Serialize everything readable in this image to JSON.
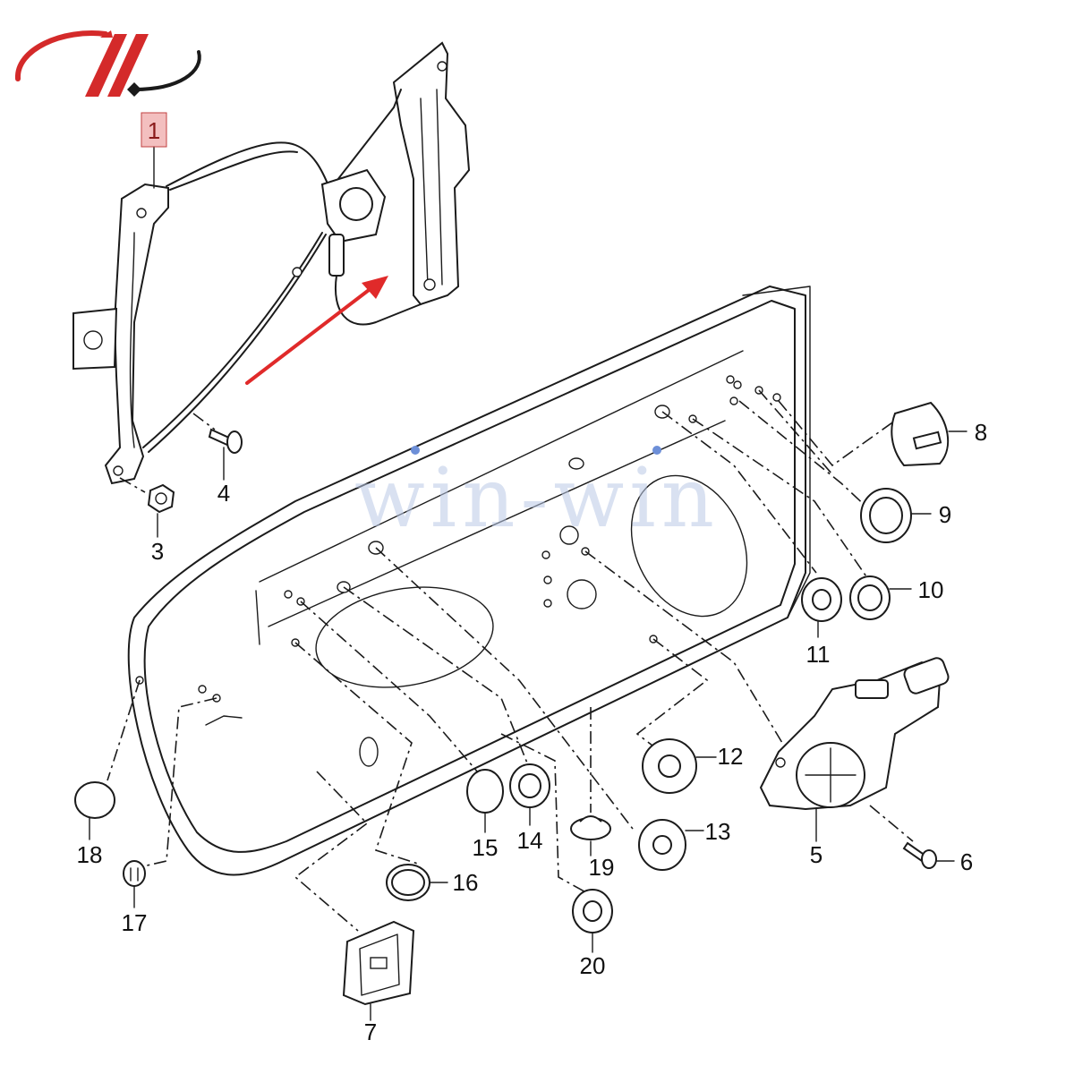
{
  "brand": {
    "logo": "win-win-logo",
    "watermark_text": "win-win",
    "logo_color": "#d42a2a",
    "watermark_color": "#b9c8e6"
  },
  "arrow_color": "#e02a2a",
  "labels": {
    "p1": "1",
    "p2": "",
    "p3": "3",
    "p4": "4",
    "p5": "5",
    "p6": "6",
    "p7": "7",
    "p8": "8",
    "p9": "9",
    "p10": "10",
    "p11": "11",
    "p12": "12",
    "p13": "13",
    "p14": "14",
    "p15": "15",
    "p16": "16",
    "p17": "17",
    "p18": "18",
    "p19": "19",
    "p20": "20"
  }
}
